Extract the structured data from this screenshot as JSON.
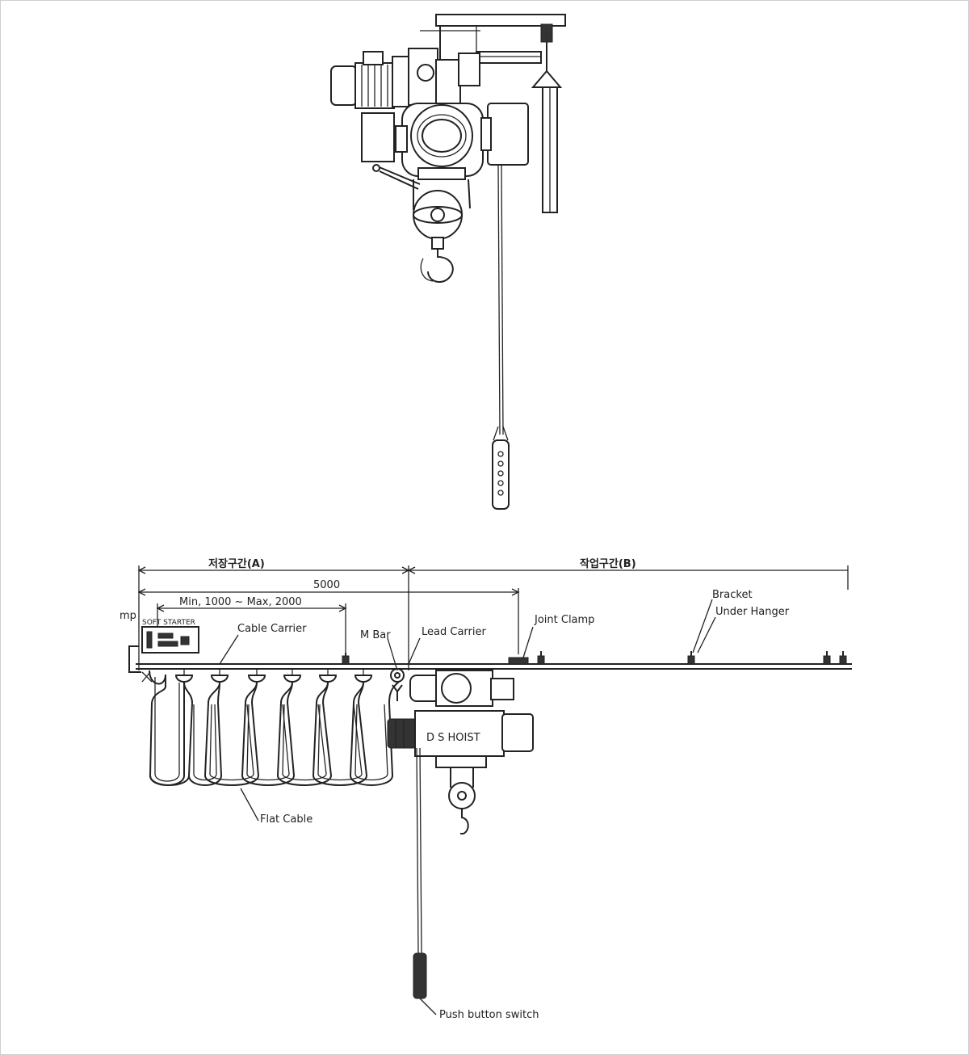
{
  "labels": {
    "storage_section": "저장구간(A)",
    "work_section": "작업구간(B)",
    "dimension_total": "5000",
    "dimension_range": "Min, 1000 ~ Max, 2000",
    "clamp_partial": "mp",
    "soft_starter": "SOFT STARTER",
    "cable_carrier": "Cable Carrier",
    "m_bar": "M Bar",
    "lead_carrier": "Lead Carrier",
    "joint_clamp": "Joint Clamp",
    "bracket": "Bracket",
    "under_hanger": "Under Hanger",
    "flat_cable": "Flat Cable",
    "hoist_name": "D S HOIST",
    "push_button_switch": "Push button switch"
  },
  "colors": {
    "line": "#222222",
    "background": "#ffffff"
  }
}
